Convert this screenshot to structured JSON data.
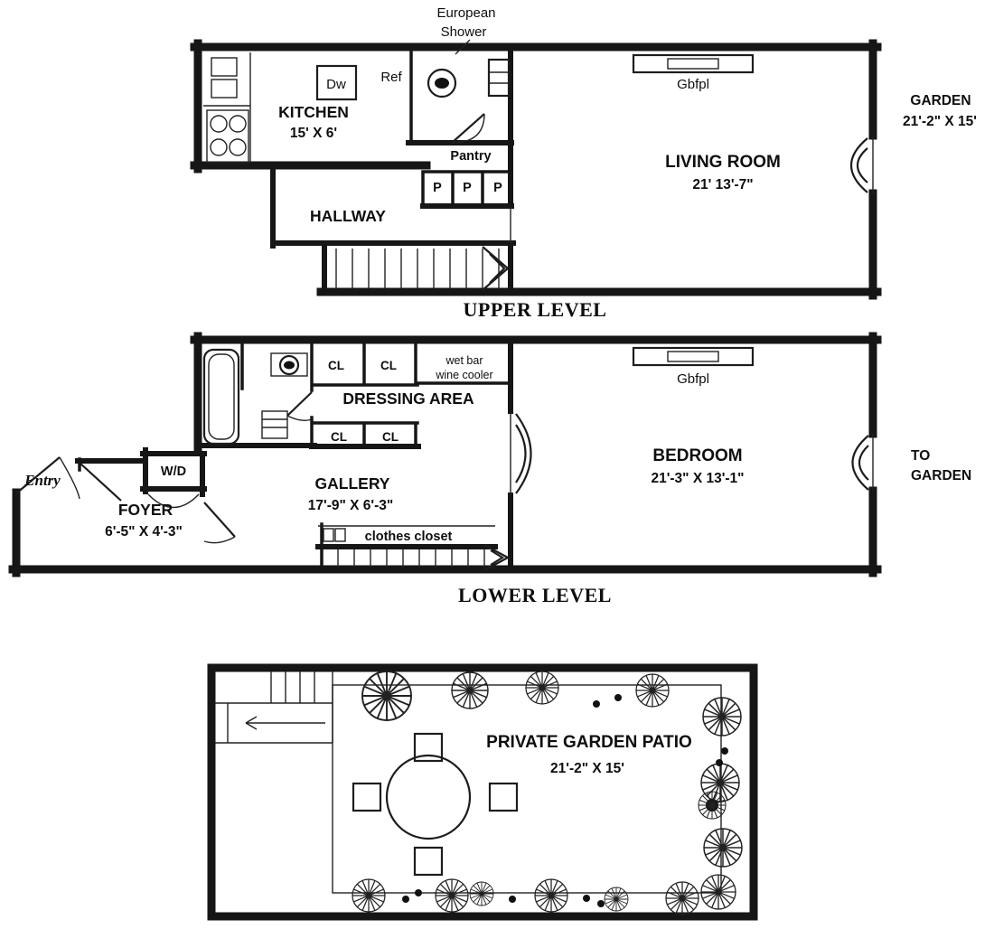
{
  "levels": {
    "upper_title": "UPPER LEVEL",
    "lower_title": "LOWER LEVEL"
  },
  "upper": {
    "shower_label_1": "European",
    "shower_label_2": "Shower",
    "dw": "Dw",
    "ref": "Ref",
    "kitchen": "KITCHEN",
    "kitchen_dim": "15' X 6'",
    "pantry": "Pantry",
    "p": "P",
    "hallway": "HALLWAY",
    "gbfpl": "Gbfpl",
    "living_room": "LIVING ROOM",
    "living_room_dim": "21' 13'-7\"",
    "garden": "GARDEN",
    "garden_dim": "21'-2\" X 15'"
  },
  "lower": {
    "cl": "CL",
    "wet_bar": "wet bar",
    "wine_cooler": "wine cooler",
    "dressing_area": "DRESSING AREA",
    "wd": "W/D",
    "entry": "Entry",
    "foyer": "FOYER",
    "foyer_dim": "6'-5\" X 4'-3\"",
    "gallery": "GALLERY",
    "gallery_dim": "17'-9\" X 6'-3\"",
    "clothes_closet": "clothes closet",
    "gbfpl": "Gbfpl",
    "bedroom": "BEDROOM",
    "bedroom_dim": "21'-3\" X 13'-1\"",
    "to_garden_1": "TO",
    "to_garden_2": "GARDEN"
  },
  "patio": {
    "name": "PRIVATE GARDEN PATIO",
    "dim": "21'-2\" X 15'"
  }
}
